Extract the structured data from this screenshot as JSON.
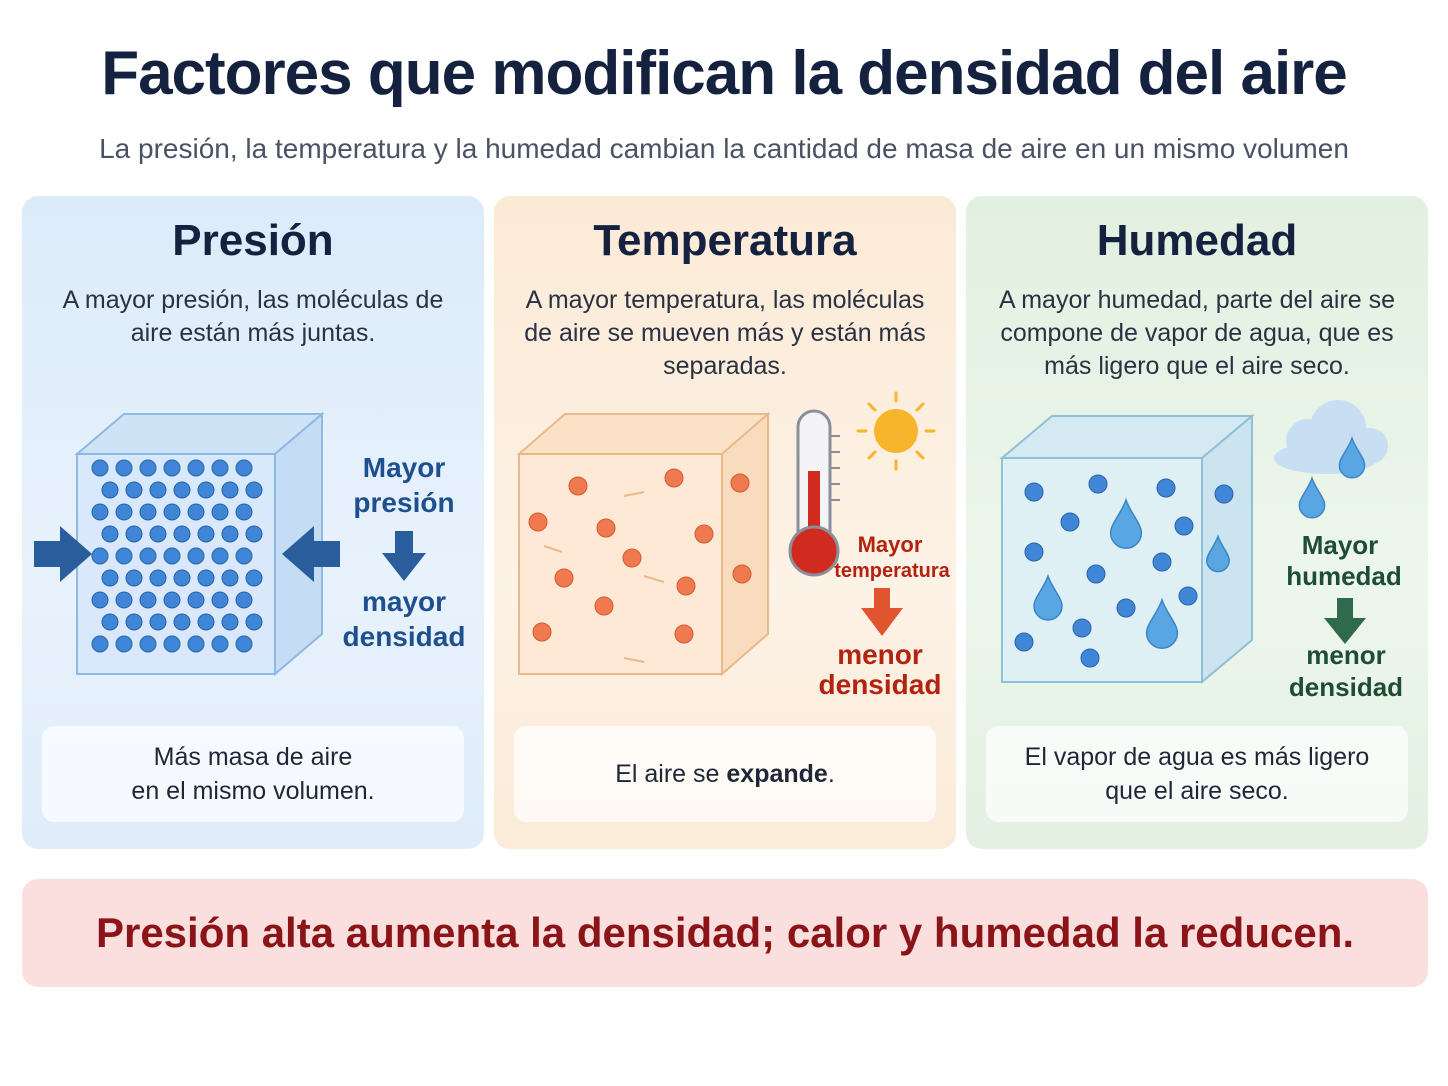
{
  "title": "Factores que modifican la densidad del aire",
  "subtitle": "La presión, la temperatura y la humedad cambian la cantidad de masa de aire en un mismo volumen",
  "panels": {
    "pressure": {
      "title": "Presión",
      "description": "A mayor presión, las moléculas de aire están más juntas.",
      "label_top_1": "Mayor",
      "label_top_2": "presión",
      "label_bottom_1": "mayor",
      "label_bottom_2": "densidad",
      "note": "Más masa de aire\nen el mismo volumen.",
      "color": "#1e4f8f"
    },
    "temperature": {
      "title": "Temperatura",
      "description": "A mayor temperatura, las moléculas de aire se mueven más y están más separadas.",
      "label_top_1": "Mayor",
      "label_top_2": "temperatura",
      "label_bottom_1": "menor",
      "label_bottom_2": "densidad",
      "note_prefix": "El aire se ",
      "note_bold": "expande",
      "note_suffix": ".",
      "color": "#b3230f"
    },
    "humidity": {
      "title": "Humedad",
      "description": "A mayor humedad, parte del aire se compone de vapor de agua, que es más ligero que el aire seco.",
      "label_top_1": "Mayor",
      "label_top_2": "humedad",
      "label_bottom_1": "menor",
      "label_bottom_2": "densidad",
      "note": "El vapor de agua es más ligero\nque el aire seco.",
      "color": "#1e4d34"
    }
  },
  "conclusion": "Presión alta aumenta la densidad; calor y humedad la reducen.",
  "icons": [
    "compress-arrow-icon",
    "down-arrow-icon",
    "thermometer-icon",
    "sun-icon",
    "cloud-icon",
    "water-drop-icon"
  ]
}
